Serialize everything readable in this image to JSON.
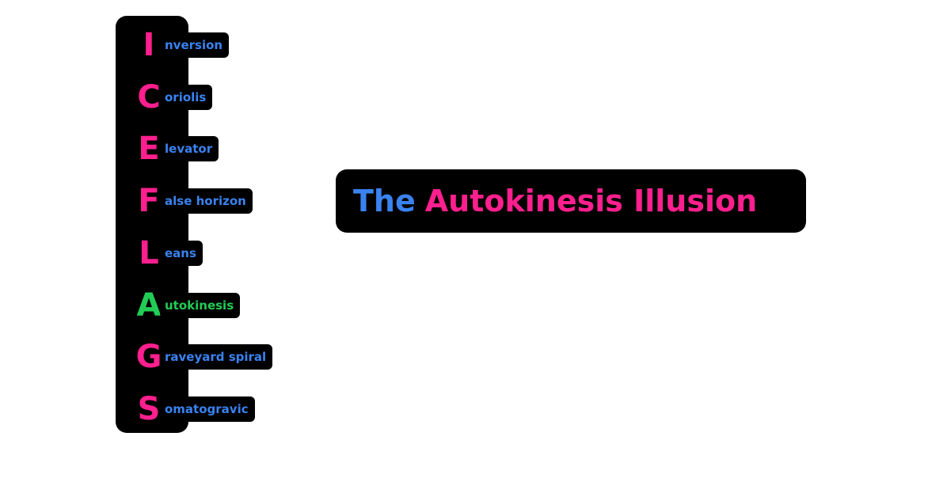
{
  "colors": {
    "letter_default": "#ff1f8e",
    "letter_highlight": "#22cc55",
    "word_default": "#3a82f0",
    "word_highlight": "#22cc55",
    "title_first": "#3a82f0",
    "title_second": "#ff1f8e",
    "box": "#000000"
  },
  "acronym": [
    {
      "letter": "I",
      "word": "nversion",
      "highlight": false
    },
    {
      "letter": "C",
      "word": "oriolis",
      "highlight": false
    },
    {
      "letter": "E",
      "word": "levator",
      "highlight": false
    },
    {
      "letter": "F",
      "word": "alse horizon",
      "highlight": false
    },
    {
      "letter": "L",
      "word": "eans",
      "highlight": false
    },
    {
      "letter": "A",
      "word": "utokinesis",
      "highlight": true
    },
    {
      "letter": "G",
      "word": "raveyard spiral",
      "highlight": false
    },
    {
      "letter": "S",
      "word": "omatogravic",
      "highlight": false
    }
  ],
  "title": {
    "part1": "The",
    "part2": "Autokinesis Illusion"
  }
}
